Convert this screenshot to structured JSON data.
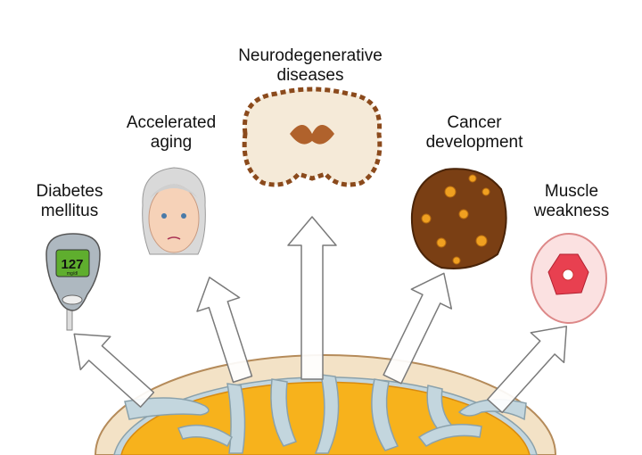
{
  "labels": {
    "diabetes": [
      "Diabetes",
      "mellitus"
    ],
    "aging": [
      "Accelerated",
      "aging"
    ],
    "neuro": [
      "Neurodegenerative",
      "diseases"
    ],
    "cancer": [
      "Cancer",
      "development"
    ],
    "muscle": [
      "Muscle",
      "weakness"
    ]
  },
  "glucometer": {
    "reading": "127",
    "unit": "mg/dl"
  },
  "colors": {
    "matrix": "#f7b21c",
    "membrane": "#f3e2c6",
    "cristae": "#c3d6de",
    "arrow_fill": "#ffffff",
    "arrow_stroke": "#7a7a7a"
  }
}
